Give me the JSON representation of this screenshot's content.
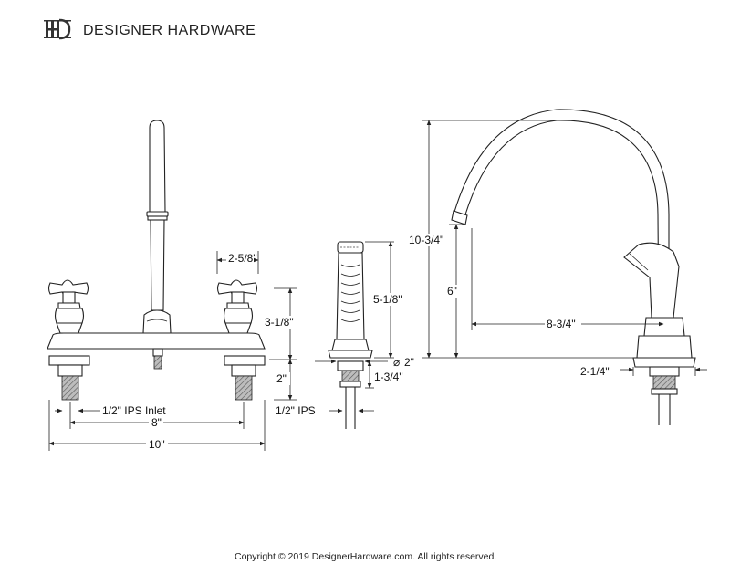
{
  "brand": {
    "logo_name": "designer-hardware-logo",
    "name": "DESIGNER HARDWARE"
  },
  "dimensions": {
    "handle_spacing": "2-5/8\"",
    "handle_height": "3-1/8\"",
    "deck_height": "2\"",
    "inlet": "1/2\" IPS Inlet",
    "center_spacing": "8\"",
    "overall_width": "10\"",
    "sprayer_height": "5-1/8\"",
    "sprayer_hole": "2\"",
    "sprayer_hole_symbol": "⌀",
    "sprayer_shank": "1-3/4\"",
    "sprayer_thread": "1/2\" IPS",
    "overall_height": "10-3/4\"",
    "spout_height": "6\"",
    "spout_reach": "8-3/4\"",
    "base_width": "2-1/4\""
  },
  "copyright": "Copyright © 2019 DesignerHardware.com. All rights reserved."
}
